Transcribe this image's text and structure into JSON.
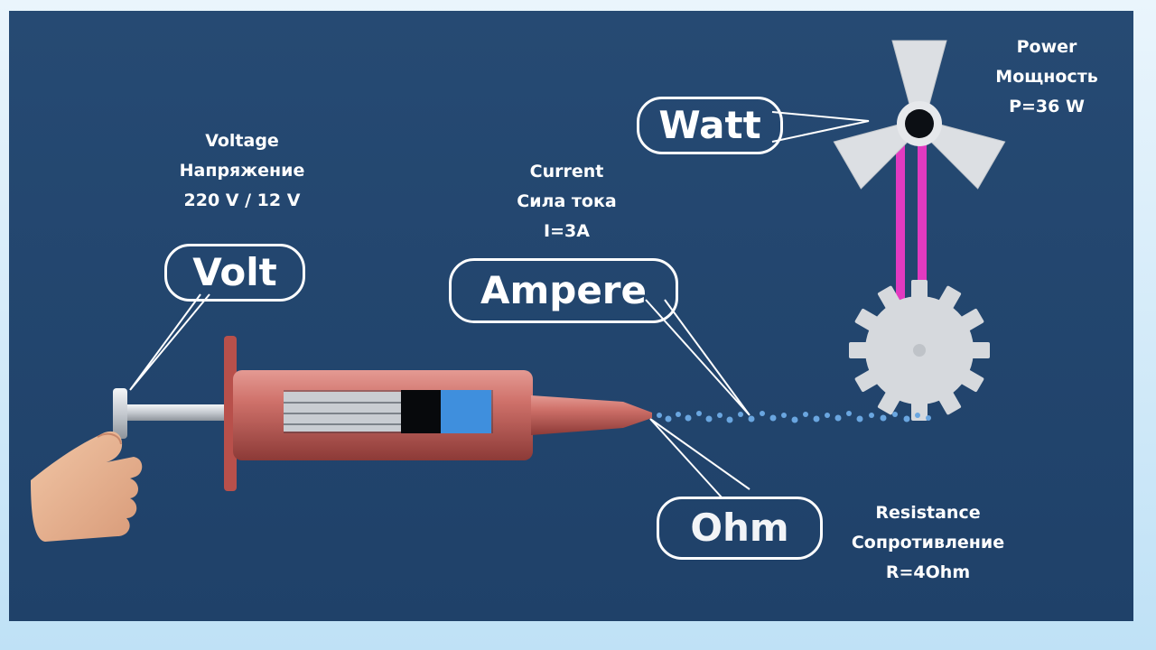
{
  "voltage": {
    "line1": "Voltage",
    "line2": "Напряжение",
    "line3": "220 V / 12 V"
  },
  "current": {
    "line1": "Current",
    "line2": "Сила тока",
    "line3": "I=3A"
  },
  "power": {
    "line1": "Power",
    "line2": "Мощность",
    "line3": "P=36 W"
  },
  "resistance": {
    "line1": "Resistance",
    "line2": "Сопротивление",
    "line3": "R=4Ohm"
  },
  "bubbles": {
    "volt": "Volt",
    "ampere": "Ampere",
    "watt": "Watt",
    "ohm": "Ohm"
  },
  "colors": {
    "background": "#234670",
    "syringe": "#c96a64",
    "flow_dots": "#6aa6e0",
    "fan": "#dcdfe3",
    "shaft": "#e23ac0",
    "liquid": "#3f8fdd"
  }
}
